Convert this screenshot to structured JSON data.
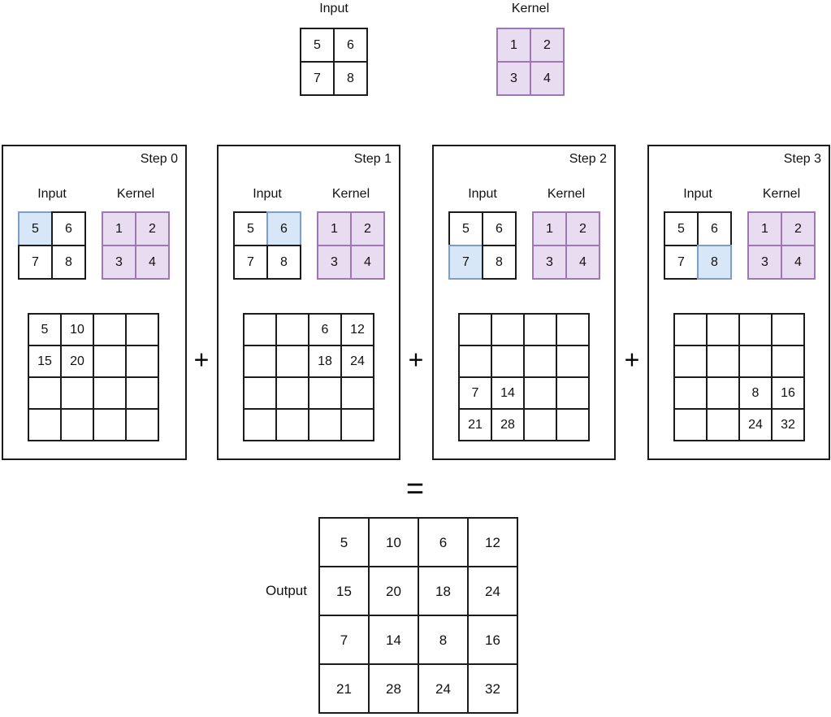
{
  "colors": {
    "kernel_fill": "#e7dcf0",
    "kernel_border": "#9e77b4",
    "highlight_fill": "#d7e7f8",
    "highlight_border": "#7d9ec7",
    "grid_line": "#1c1c1c"
  },
  "top": {
    "input": {
      "label": "Input",
      "cells": [
        [
          "5",
          "6"
        ],
        [
          "7",
          "8"
        ]
      ]
    },
    "kernel": {
      "label": "Kernel",
      "cells": [
        [
          "1",
          "2"
        ],
        [
          "3",
          "4"
        ]
      ]
    }
  },
  "steps": [
    {
      "title": "Step 0",
      "input_label": "Input",
      "kernel_label": "Kernel",
      "input": [
        [
          "5",
          "6"
        ],
        [
          "7",
          "8"
        ]
      ],
      "highlight": [
        0,
        0
      ],
      "kernel": [
        [
          "1",
          "2"
        ],
        [
          "3",
          "4"
        ]
      ],
      "result": [
        [
          "5",
          "10",
          "",
          ""
        ],
        [
          "15",
          "20",
          "",
          ""
        ],
        [
          "",
          "",
          "",
          ""
        ],
        [
          "",
          "",
          "",
          ""
        ]
      ]
    },
    {
      "title": "Step 1",
      "input_label": "Input",
      "kernel_label": "Kernel",
      "input": [
        [
          "5",
          "6"
        ],
        [
          "7",
          "8"
        ]
      ],
      "highlight": [
        0,
        1
      ],
      "kernel": [
        [
          "1",
          "2"
        ],
        [
          "3",
          "4"
        ]
      ],
      "result": [
        [
          "",
          "",
          "6",
          "12"
        ],
        [
          "",
          "",
          "18",
          "24"
        ],
        [
          "",
          "",
          "",
          ""
        ],
        [
          "",
          "",
          "",
          ""
        ]
      ]
    },
    {
      "title": "Step 2",
      "input_label": "Input",
      "kernel_label": "Kernel",
      "input": [
        [
          "5",
          "6"
        ],
        [
          "7",
          "8"
        ]
      ],
      "highlight": [
        1,
        0
      ],
      "kernel": [
        [
          "1",
          "2"
        ],
        [
          "3",
          "4"
        ]
      ],
      "result": [
        [
          "",
          "",
          "",
          ""
        ],
        [
          "",
          "",
          "",
          ""
        ],
        [
          "7",
          "14",
          "",
          ""
        ],
        [
          "21",
          "28",
          "",
          ""
        ]
      ]
    },
    {
      "title": "Step 3",
      "input_label": "Input",
      "kernel_label": "Kernel",
      "input": [
        [
          "5",
          "6"
        ],
        [
          "7",
          "8"
        ]
      ],
      "highlight": [
        1,
        1
      ],
      "kernel": [
        [
          "1",
          "2"
        ],
        [
          "3",
          "4"
        ]
      ],
      "result": [
        [
          "",
          "",
          "",
          ""
        ],
        [
          "",
          "",
          "",
          ""
        ],
        [
          "",
          "",
          "8",
          "16"
        ],
        [
          "",
          "",
          "24",
          "32"
        ]
      ]
    }
  ],
  "operators": {
    "plus": "+",
    "equals": "="
  },
  "output": {
    "label": "Output",
    "cells": [
      [
        "5",
        "10",
        "6",
        "12"
      ],
      [
        "15",
        "20",
        "18",
        "24"
      ],
      [
        "7",
        "14",
        "8",
        "16"
      ],
      [
        "21",
        "28",
        "24",
        "32"
      ]
    ]
  }
}
